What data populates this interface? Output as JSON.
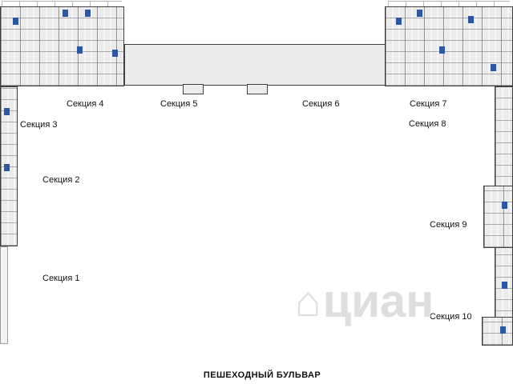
{
  "plan": {
    "sections": [
      {
        "label": "Секция 1"
      },
      {
        "label": "Секция 2"
      },
      {
        "label": "Секция 3"
      },
      {
        "label": "Секция 4"
      },
      {
        "label": "Секция 5"
      },
      {
        "label": "Секция 6"
      },
      {
        "label": "Секция 7"
      },
      {
        "label": "Секция 8"
      },
      {
        "label": "Секция 9"
      },
      {
        "label": "Секция 10"
      }
    ],
    "street_label": "ПЕШЕХОДНЫЙ БУЛЬВАР",
    "watermark": "циан"
  },
  "colors": {
    "building_fill": "#ebebeb",
    "outline": "#3f3f3f",
    "accent_blue": "#2b57a5",
    "watermark_gray": "#dedede",
    "text": "#111111",
    "background": "#ffffff"
  }
}
